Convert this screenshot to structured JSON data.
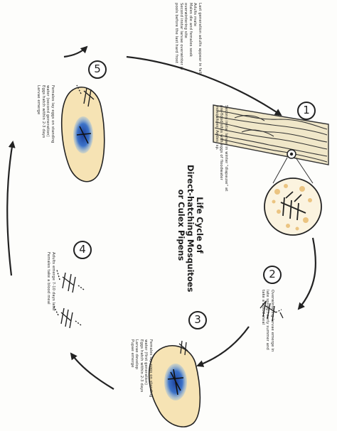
{
  "diagram": {
    "title_line1": "Life Cycle of",
    "title_line2": "Direct-hatching Mosquitoes",
    "title_line3": "or Culex Pipens",
    "steps": [
      {
        "number": "1",
        "text": [
          "Second instar larvae in winter \"diapause\" at",
          "pre-flood sites with eggs of floodwater",
          "mosquitoes: Aedes, sp."
        ]
      },
      {
        "number": "2",
        "text": [
          "Overwintering larvae emerge in",
          "late spring / early summer and",
          "take a blood meal"
        ]
      },
      {
        "number": "3",
        "text": [
          "Females lay eggs on standing",
          "water (first generation)",
          "Eggs hatch within 2-3 days",
          "Larvae develop",
          "Pupae emerge"
        ]
      },
      {
        "number": "4",
        "text": [
          "Adults emerge 7-10 days later",
          "Females take a blood meal"
        ]
      },
      {
        "number": "5",
        "text": [
          "Females lay eggs on standing",
          "water (second generation)",
          "Eggs hatch within 2-3 days",
          "Larvae emerge"
        ]
      },
      {
        "number": "",
        "text": [
          "Last generation adults appear in fall",
          "Adults mate",
          "Males die and females seek",
          "overwintering site",
          "Second instar larvae overwinter in",
          "pools before the last hard frost"
        ]
      }
    ]
  }
}
